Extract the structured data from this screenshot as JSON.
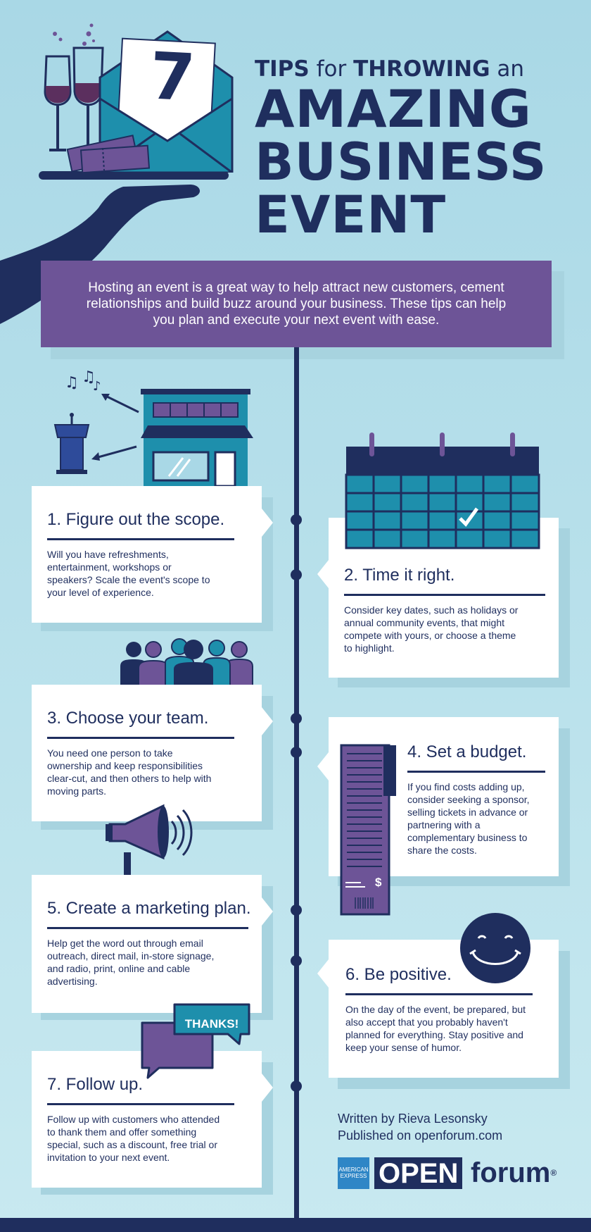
{
  "header": {
    "title_line1_bold_a": "TIPS",
    "title_line1_a": " for ",
    "title_line1_bold_b": "THROWING",
    "title_line1_b": " an",
    "title_line2": "AMAZING",
    "title_line3": "BUSINESS",
    "title_line4": "EVENT",
    "envelope_number": "7"
  },
  "intro": {
    "text": "Hosting an event is a great way to help attract new customers, cement relationships and build buzz around your business. These tips can help you plan and execute your next event with ease."
  },
  "tips": [
    {
      "title": "1. Figure out the scope.",
      "body": "Will you have refreshments, entertainment, workshops or speakers? Scale the event's scope to your level of experience."
    },
    {
      "title": "2. Time it right.",
      "body": "Consider key dates, such as holidays or annual community events, that might compete with yours, or choose a theme to highlight."
    },
    {
      "title": "3. Choose your team.",
      "body": "You need one person to take ownership and keep responsibilities clear-cut, and then others to help with moving parts."
    },
    {
      "title": "4. Set a budget.",
      "body": "If you find costs adding up, consider seeking a sponsor, selling tickets in advance or partnering with a complementary business to share the costs."
    },
    {
      "title": "5. Create a marketing plan.",
      "body": "Help get the word out through email outreach, direct mail, in-store signage, and radio, print, online and cable advertising."
    },
    {
      "title": "6. Be positive.",
      "body": "On the day of the event, be prepared, but also accept that you probably haven't planned for everything. Stay positive and keep your sense of humor."
    },
    {
      "title": "7. Follow up.",
      "body": "Follow up with customers who attended to thank them and offer something special, such as a discount, free trial or invitation to your next event."
    }
  ],
  "illustrations": {
    "thanks_bubble": "THANKS!",
    "receipt_symbol": "$"
  },
  "footer": {
    "written_by": "Written by Rieva Lesonsky",
    "published_on": "Published on openforum.com",
    "logo_box_line1": "AMERICAN",
    "logo_box_line2": "EXPRESS",
    "logo_open": "OPEN",
    "logo_forum": "forum",
    "logo_registered": "®"
  },
  "colors": {
    "navy": "#1f2e5e",
    "purple": "#6d5497",
    "teal": "#1e8fac",
    "background": "#b8e0ea"
  },
  "icons": [
    "wine-glasses-icon",
    "envelope-icon",
    "tray-hand-icon",
    "music-notes-icon",
    "podium-icon",
    "storefront-icon",
    "calendar-icon",
    "people-icon",
    "receipt-icon",
    "megaphone-icon",
    "smiley-icon",
    "speech-bubbles-icon"
  ]
}
